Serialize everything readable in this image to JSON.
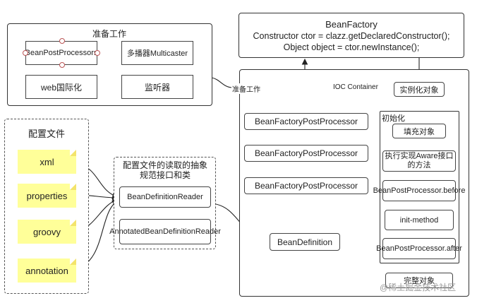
{
  "prep": {
    "title": "准备工作",
    "items": [
      "BeanPostProcessors",
      "多播器Multicaster",
      "web国际化",
      "监听器"
    ]
  },
  "config": {
    "title": "配置文件",
    "items": [
      "xml",
      "properties",
      "groovy",
      "annotation"
    ]
  },
  "reader": {
    "title": "配置文件的读取的抽象规范接口和类",
    "items": [
      "BeanDefinitionReader",
      "AnnotatedBeanDefinitionReader"
    ]
  },
  "factory": {
    "lines": [
      "BeanFactory",
      "Constructor ctor = clazz.getDeclaredConstructor();",
      "Object object  = ctor.newInstance();"
    ]
  },
  "ioc": {
    "title": "IOC Container",
    "prep_label": "准备工作",
    "processors": [
      "BeanFactoryPostProcessor",
      "BeanFactoryPostProcessor",
      "BeanFactoryPostProcessor"
    ],
    "bean_definition": "BeanDefinition",
    "instantiate": "实例化对象",
    "init_label": "初始化",
    "init_steps": [
      "填充对象",
      "执行实现Aware接口的方法",
      "BeanPostProcessor.before",
      "init-method",
      "BeanPostProcessor.after"
    ],
    "complete": "完整对象"
  },
  "watermark": "@稀土掘金技术社区"
}
